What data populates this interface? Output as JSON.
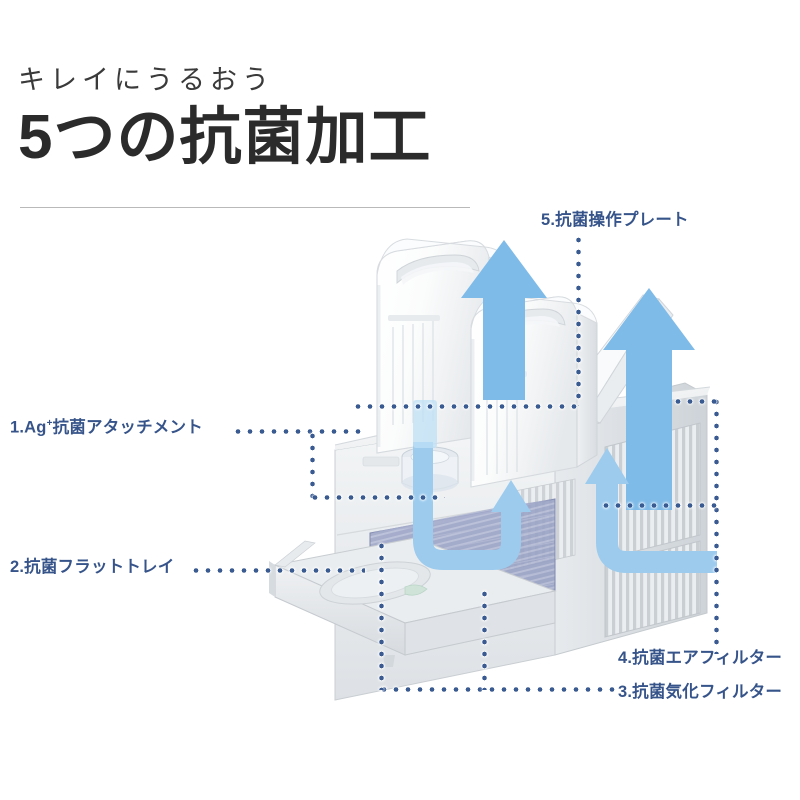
{
  "page": {
    "background_color": "#ffffff",
    "accent_blue": "#7fbbe8",
    "label_color": "#36548a",
    "leader_dot_color": "#3a5b92"
  },
  "title": {
    "subtitle": "キレイにうるおう",
    "headline": "5つの抗菌加工",
    "subtitle_color": "#3a3a3a",
    "headline_color": "#2b2b2b",
    "rule_color": "#b9b9b9"
  },
  "callouts": [
    {
      "id": 1,
      "number": "1.",
      "text": "Ag",
      "superscript": "+",
      "tail": "抗菌アタッチメント",
      "full": "1.Ag+抗菌アタッチメント",
      "side": "left"
    },
    {
      "id": 2,
      "number": "2.",
      "full": "2.抗菌フラットトレイ",
      "side": "left"
    },
    {
      "id": 3,
      "number": "3.",
      "full": "3.抗菌気化フィルター",
      "side": "right"
    },
    {
      "id": 4,
      "number": "4.",
      "full": "4.抗菌エアフィルター",
      "side": "right"
    },
    {
      "id": 5,
      "number": "5.",
      "full": "5.抗菌操作プレート",
      "side": "right-top"
    }
  ],
  "product": {
    "name": "humidifier-cutaway",
    "description": "ハイブリッド加湿器 分解イラスト",
    "parts": [
      {
        "name": "water-tank-rear",
        "color": "#f6f7f8"
      },
      {
        "name": "water-tank-front",
        "color": "#f2f4f5"
      },
      {
        "name": "main-body",
        "color": "#e9ecee"
      },
      {
        "name": "operation-plate",
        "color": "#f7f8f9"
      },
      {
        "name": "air-filter-grille",
        "color": "#dfe3e6"
      },
      {
        "name": "evaporation-filter",
        "color": "#9aa3c6"
      },
      {
        "name": "flat-tray",
        "color": "#e4e7ea"
      }
    ]
  },
  "airflow": {
    "arrow_color": "#7fbbe8",
    "arrows": [
      {
        "name": "mist-out-left",
        "direction": "up"
      },
      {
        "name": "mist-out-right",
        "direction": "up"
      },
      {
        "name": "intake-path-left",
        "direction": "up-curve"
      },
      {
        "name": "intake-path-right",
        "direction": "up-curve"
      }
    ]
  }
}
